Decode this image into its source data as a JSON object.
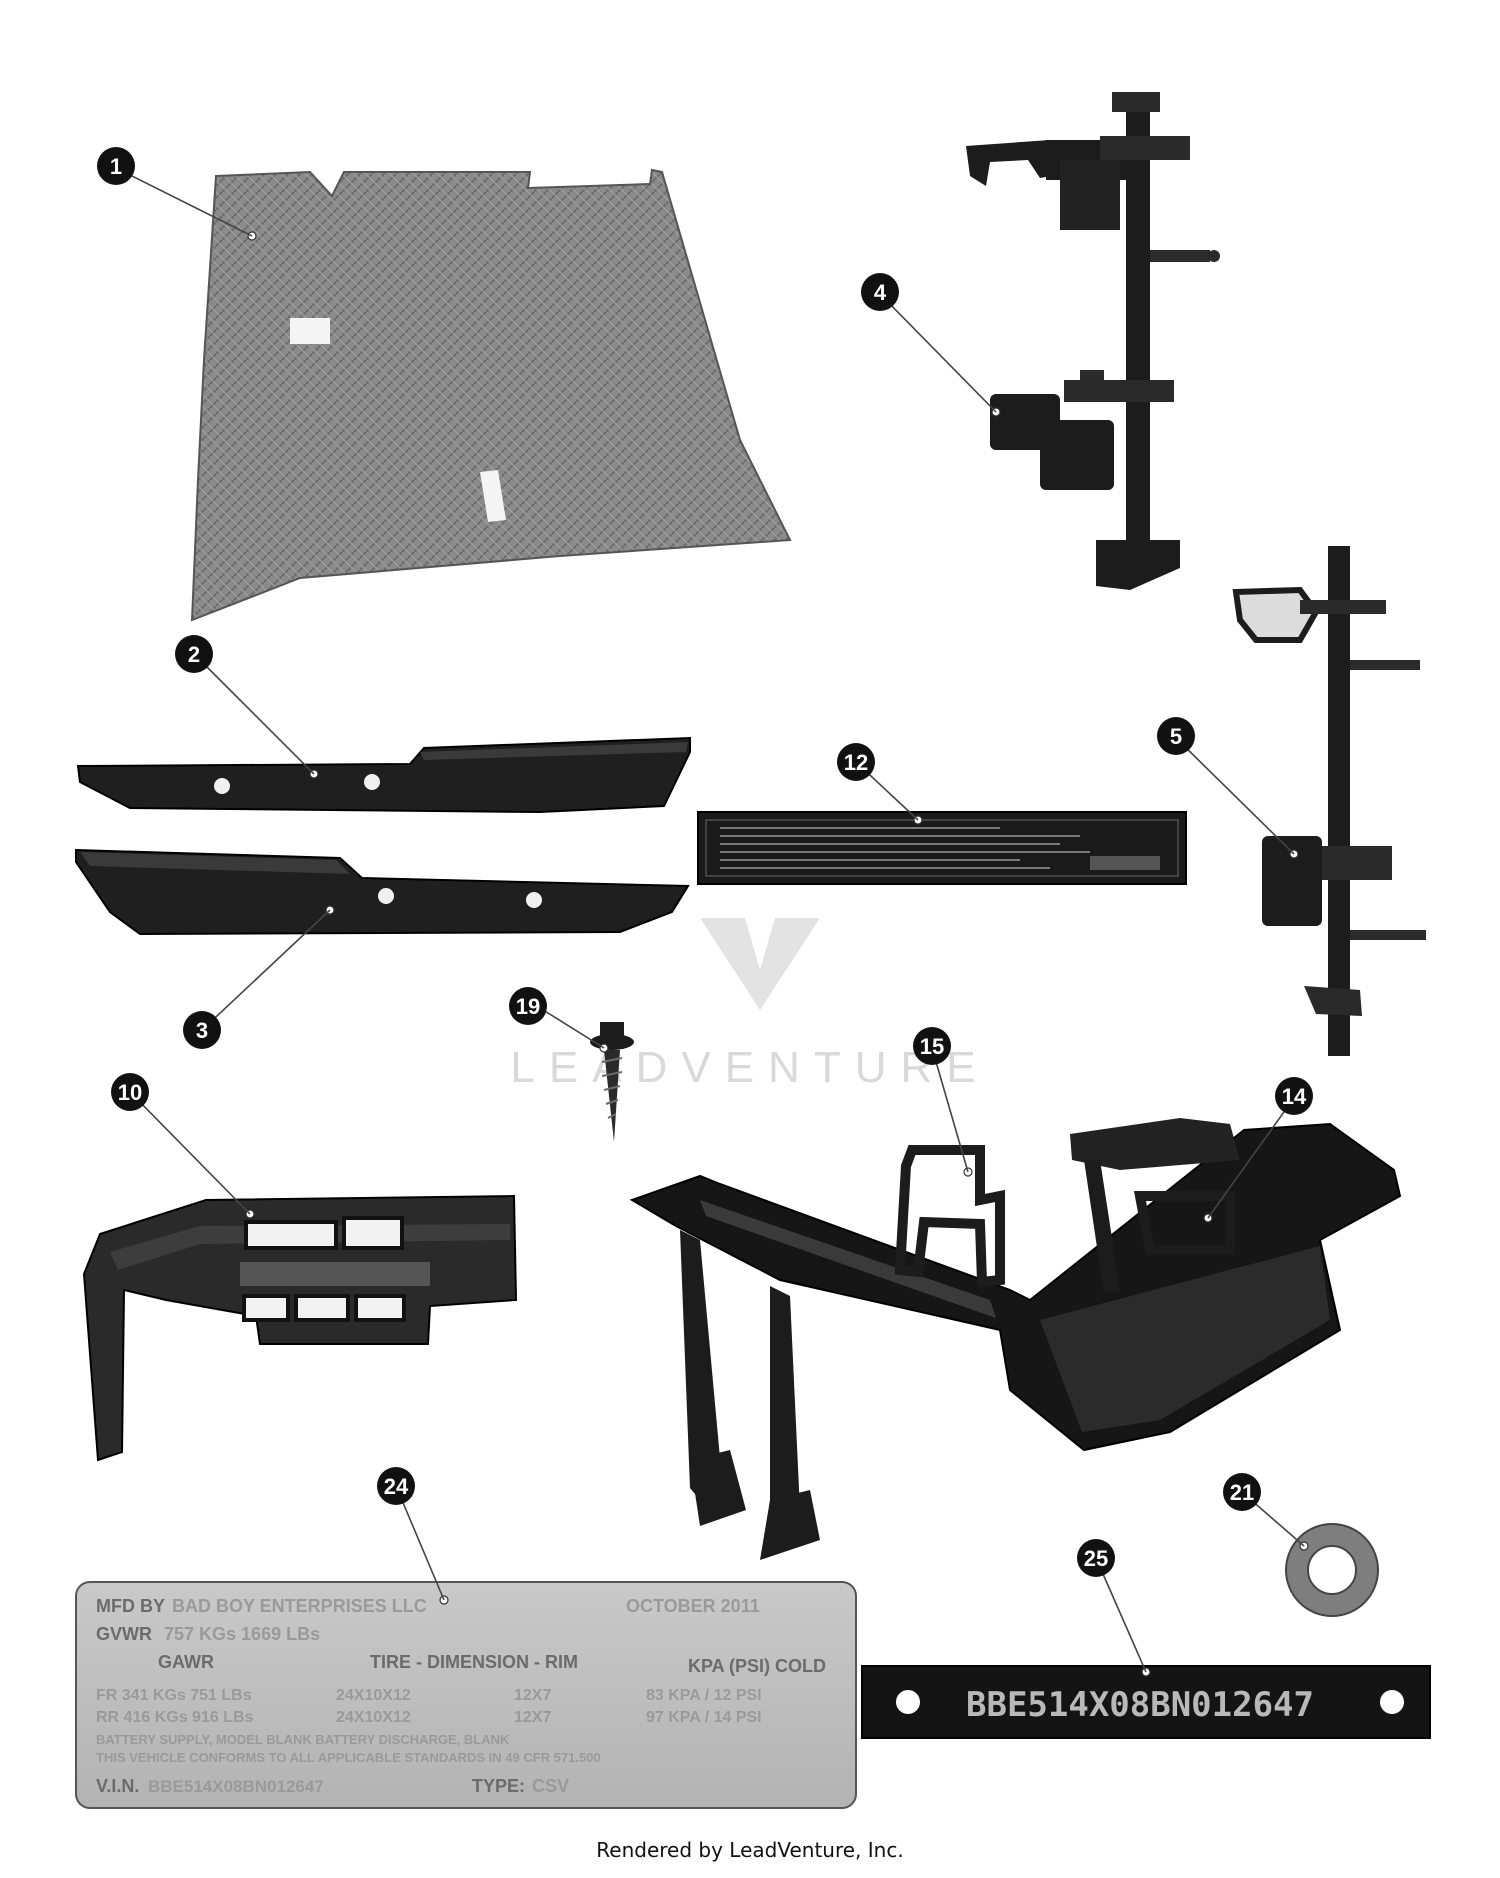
{
  "callouts": [
    "1",
    "2",
    "3",
    "4",
    "5",
    "10",
    "12",
    "14",
    "15",
    "19",
    "21",
    "24",
    "25"
  ],
  "watermark": "LEADVENTURE",
  "footer": "Rendered by LeadVenture, Inc.",
  "vin_plate": {
    "number": "BBE514X08BN012647"
  },
  "data_plate": {
    "mfd_by_label": "MFD BY",
    "mfd_by_value": "BAD BOY ENTERPRISES LLC",
    "date": "OCTOBER 2011",
    "gvwr_label": "GVWR",
    "gvwr_value": "757 KGs 1669 LBs",
    "gawr_label": "GAWR",
    "tire_header": "TIRE - DIMENSION - RIM",
    "kpa_header": "KPA (PSI) COLD",
    "fr_row": "FR  341 KGs 751 LBs",
    "fr_tire": "24X10X12",
    "fr_rim": "12X7",
    "fr_kpa": "83 KPA / 12 PSI",
    "rr_row": "RR  416 KGs 916 LBs",
    "rr_tire": "24X10X12",
    "rr_rim": "12X7",
    "rr_kpa": "97 KPA / 14 PSI",
    "compliance_1": "BATTERY SUPPLY, MODEL BLANK      BATTERY DISCHARGE, BLANK",
    "compliance_2": "THIS VEHICLE CONFORMS TO ALL APPLICABLE STANDARDS IN 49 CFR 571.500",
    "vin_label": "V.I.N.",
    "vin_value": "BBE514X08BN012647",
    "type_label": "TYPE:",
    "type_value": "CSV"
  }
}
